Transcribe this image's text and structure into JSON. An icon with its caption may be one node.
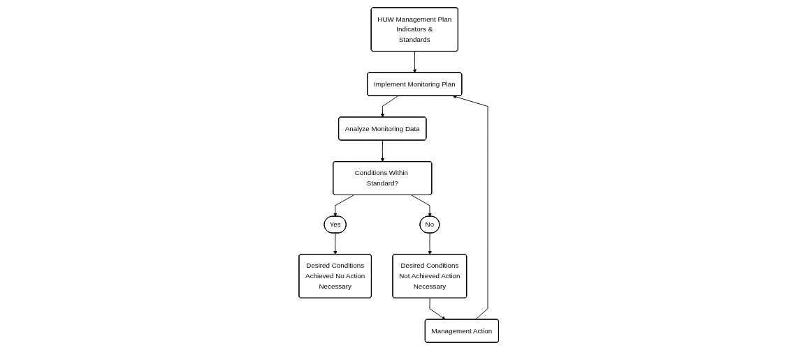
{
  "diagram": {
    "nodes": [
      {
        "text": [
          "HUW Management Plan Indicators & Standards"
        ]
      },
      {
        "text": [
          "Implement Monitoring Plan"
        ]
      },
      {
        "text": [
          "Analyze Monitoring Data"
        ]
      },
      {
        "text": [
          "Management Action"
        ]
      },
      {
        "text": [
          "Conditions Within Standard?"
        ]
      },
      {
        "text": [
          "Desired Conditions Achieved No Action Necessary"
        ]
      },
      {
        "text": [
          "Yes"
        ]
      },
      {
        "text": [
          "No"
        ]
      },
      {
        "text": [
          "Desired Conditions Not Achieved Action Necessary"
        ]
      }
    ],
    "edges": [
      {
        "from": 0,
        "to": 1,
        "arrow": "to"
      },
      {
        "from": 1,
        "to": 2,
        "arrow": "to"
      },
      {
        "from": 2,
        "to": 4,
        "arrow": "to"
      },
      {
        "from": 4,
        "to": 6,
        "arrow": "to"
      },
      {
        "from": 4,
        "to": 7,
        "arrow": "to"
      },
      {
        "from": 6,
        "to": 5,
        "arrow": "to"
      },
      {
        "from": 7,
        "to": 8,
        "arrow": "to"
      },
      {
        "from": 8,
        "to": 3,
        "arrow": "to"
      },
      {
        "from": 3,
        "to": 1,
        "arrow": "to"
      }
    ]
  }
}
